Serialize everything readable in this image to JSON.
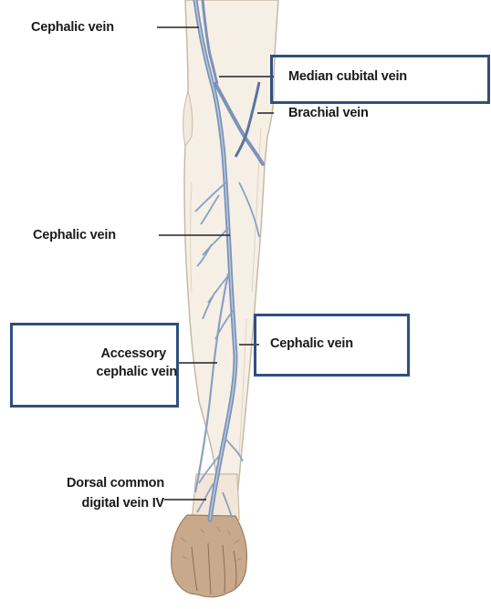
{
  "diagram": {
    "labels": {
      "cephalic_top": "Cephalic vein",
      "median_cubital": "Median cubital vein",
      "brachial": "Brachial vein",
      "cephalic_mid": "Cephalic vein",
      "accessory_line1": "Accessory",
      "accessory_line2": "cephalic vein",
      "cephalic_low": "Cephalic vein",
      "dorsal_line1": "Dorsal common",
      "dorsal_line2": "digital vein IV"
    },
    "colors": {
      "vein": "#7a93b8",
      "vein_dark": "#5b759c",
      "skin": "#f6efe6",
      "skin_outline": "#c9b9a6",
      "paw": "#c9a98c",
      "highlight_box": "#2f4f7f",
      "leader_line": "#222222"
    }
  }
}
